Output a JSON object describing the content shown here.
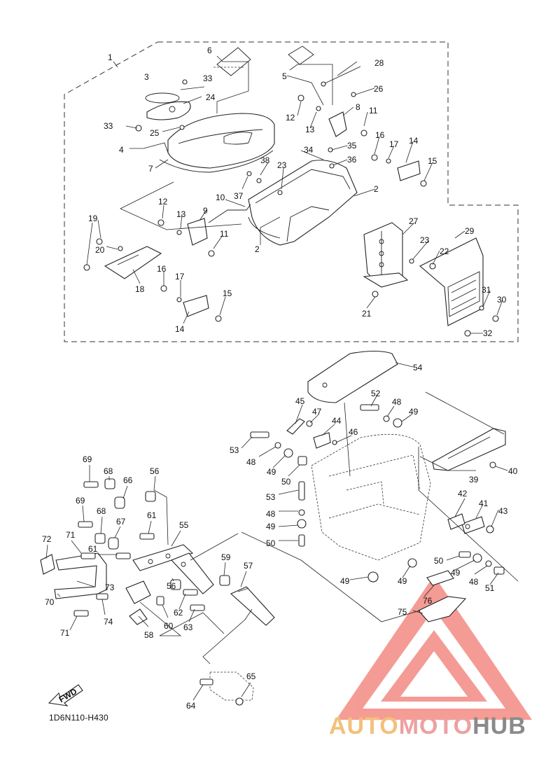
{
  "diagram": {
    "reference_code": "1D6N110-H430",
    "fwd_label": "FWD",
    "watermark": {
      "part1": "AUTO",
      "part2": "MOTO",
      "part3": "HUB"
    },
    "colors": {
      "line": "#222222",
      "watermark_triangle": "#e8463c",
      "watermark_auto": "#f3c07a",
      "watermark_moto": "#eea0a0",
      "watermark_hub": "#8a8a8a"
    },
    "callouts": [
      "1",
      "2",
      "3",
      "4",
      "5",
      "6",
      "7",
      "8",
      "9",
      "10",
      "11",
      "12",
      "13",
      "14",
      "15",
      "16",
      "17",
      "18",
      "19",
      "20",
      "21",
      "22",
      "23",
      "24",
      "25",
      "26",
      "27",
      "28",
      "29",
      "30",
      "31",
      "32",
      "33",
      "34",
      "35",
      "36",
      "37",
      "38",
      "39",
      "40",
      "41",
      "42",
      "43",
      "44",
      "45",
      "46",
      "47",
      "48",
      "49",
      "50",
      "51",
      "52",
      "53",
      "54",
      "55",
      "56",
      "57",
      "58",
      "59",
      "60",
      "61",
      "62",
      "63",
      "64",
      "65",
      "66",
      "67",
      "68",
      "69",
      "70",
      "71",
      "72",
      "73",
      "74",
      "75",
      "76"
    ]
  }
}
